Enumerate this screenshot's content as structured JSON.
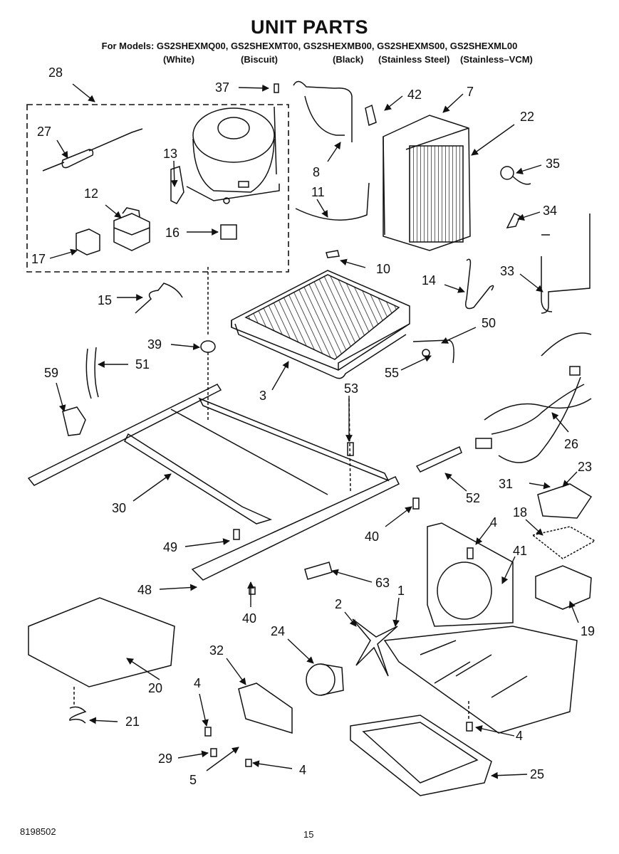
{
  "header": {
    "title": "UNIT PARTS",
    "models_line": "For Models: GS2SHEXMQ00, GS2SHEXMT00, GS2SHEXMB00, GS2SHEXMS00, GS2SHEXML00",
    "colors": [
      "(White)",
      "(Biscuit)",
      "(Black)",
      "(Stainless Steel)",
      "(Stainless–VCM)"
    ]
  },
  "callouts": [
    "28",
    "37",
    "42",
    "7",
    "22",
    "27",
    "13",
    "8",
    "35",
    "12",
    "11",
    "34",
    "16",
    "17",
    "10",
    "33",
    "14",
    "15",
    "50",
    "39",
    "51",
    "59",
    "55",
    "3",
    "53",
    "26",
    "23",
    "52",
    "31",
    "30",
    "18",
    "49",
    "40",
    "4",
    "41",
    "48",
    "63",
    "1",
    "2",
    "40",
    "19",
    "24",
    "32",
    "20",
    "4",
    "21",
    "4",
    "29",
    "4",
    "5",
    "25"
  ],
  "footer": {
    "doc_number": "8198502",
    "page_number": "15"
  }
}
